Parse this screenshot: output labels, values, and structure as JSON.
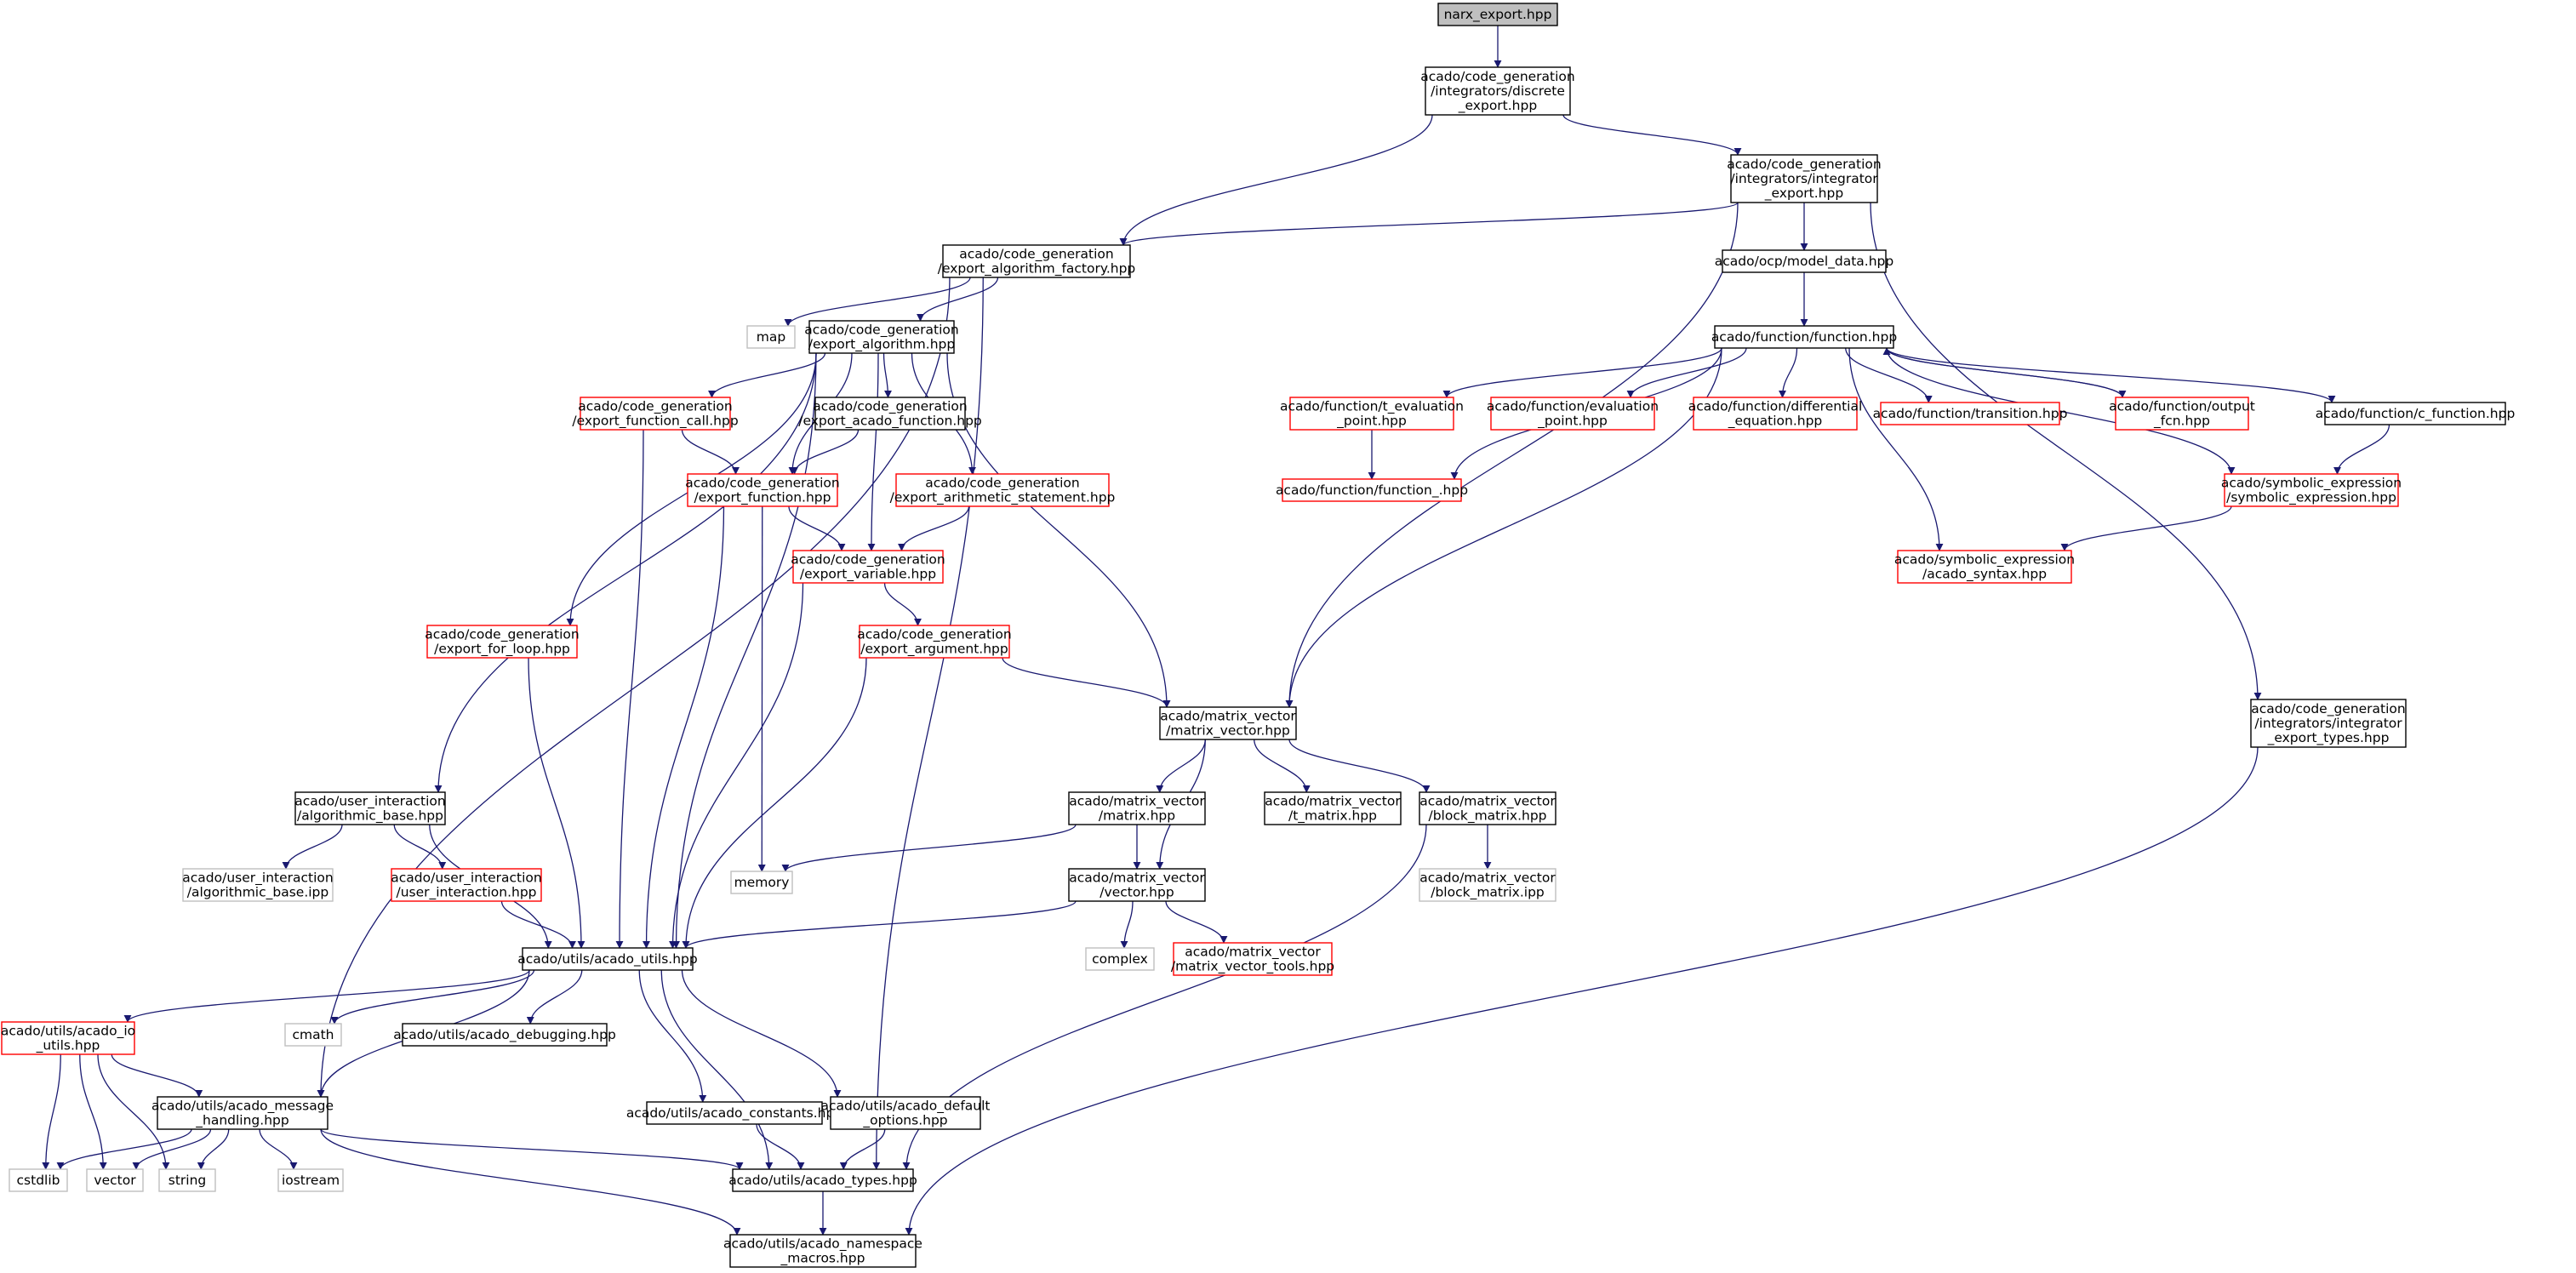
{
  "colors": {
    "edge": "#191970",
    "border_normal": "#000000",
    "border_missing": "#ff0000",
    "border_external": "#bfbfbf",
    "root_fill": "#bfbfbf",
    "fill": "#ffffff"
  },
  "nodes": [
    {
      "id": "narx",
      "lines": [
        "narx_export.hpp"
      ],
      "style": "root"
    },
    {
      "id": "discrete",
      "lines": [
        "acado/code_generation",
        "/integrators/discrete",
        "_export.hpp"
      ],
      "style": "normal"
    },
    {
      "id": "integrator",
      "lines": [
        "acado/code_generation",
        "/integrators/integrator",
        "_export.hpp"
      ],
      "style": "normal"
    },
    {
      "id": "factory",
      "lines": [
        "acado/code_generation",
        "/export_algorithm_factory.hpp"
      ],
      "style": "normal"
    },
    {
      "id": "modeldata",
      "lines": [
        "acado/ocp/model_data.hpp"
      ],
      "style": "normal"
    },
    {
      "id": "map",
      "lines": [
        "map"
      ],
      "style": "external"
    },
    {
      "id": "algorithm",
      "lines": [
        "acado/code_generation",
        "/export_algorithm.hpp"
      ],
      "style": "normal"
    },
    {
      "id": "function",
      "lines": [
        "acado/function/function.hpp"
      ],
      "style": "normal"
    },
    {
      "id": "fcall",
      "lines": [
        "acado/code_generation",
        "/export_function_call.hpp"
      ],
      "style": "missing"
    },
    {
      "id": "acadofn",
      "lines": [
        "acado/code_generation",
        "/export_acado_function.hpp"
      ],
      "style": "normal"
    },
    {
      "id": "teval",
      "lines": [
        "acado/function/t_evaluation",
        "_point.hpp"
      ],
      "style": "missing"
    },
    {
      "id": "evalpt",
      "lines": [
        "acado/function/evaluation",
        "_point.hpp"
      ],
      "style": "missing"
    },
    {
      "id": "diffeq",
      "lines": [
        "acado/function/differential",
        "_equation.hpp"
      ],
      "style": "missing"
    },
    {
      "id": "transition",
      "lines": [
        "acado/function/transition.hpp"
      ],
      "style": "missing"
    },
    {
      "id": "output",
      "lines": [
        "acado/function/output",
        "_fcn.hpp"
      ],
      "style": "missing"
    },
    {
      "id": "cfunction",
      "lines": [
        "acado/function/c_function.hpp"
      ],
      "style": "normal"
    },
    {
      "id": "exportfn",
      "lines": [
        "acado/code_generation",
        "/export_function.hpp"
      ],
      "style": "missing"
    },
    {
      "id": "arith",
      "lines": [
        "acado/code_generation",
        "/export_arithmetic_statement.hpp"
      ],
      "style": "missing"
    },
    {
      "id": "function_",
      "lines": [
        "acado/function/function_.hpp"
      ],
      "style": "missing"
    },
    {
      "id": "symexpr",
      "lines": [
        "acado/symbolic_expression",
        "/symbolic_expression.hpp"
      ],
      "style": "missing"
    },
    {
      "id": "variable",
      "lines": [
        "acado/code_generation",
        "/export_variable.hpp"
      ],
      "style": "missing"
    },
    {
      "id": "syntax",
      "lines": [
        "acado/symbolic_expression",
        "/acado_syntax.hpp"
      ],
      "style": "missing"
    },
    {
      "id": "forloop",
      "lines": [
        "acado/code_generation",
        "/export_for_loop.hpp"
      ],
      "style": "missing"
    },
    {
      "id": "argument",
      "lines": [
        "acado/code_generation",
        "/export_argument.hpp"
      ],
      "style": "missing"
    },
    {
      "id": "matvec",
      "lines": [
        "acado/matrix_vector",
        "/matrix_vector.hpp"
      ],
      "style": "normal"
    },
    {
      "id": "inttypes",
      "lines": [
        "acado/code_generation",
        "/integrators/integrator",
        "_export_types.hpp"
      ],
      "style": "normal"
    },
    {
      "id": "algobase",
      "lines": [
        "acado/user_interaction",
        "/algorithmic_base.hpp"
      ],
      "style": "normal"
    },
    {
      "id": "matrix",
      "lines": [
        "acado/matrix_vector",
        "/matrix.hpp"
      ],
      "style": "normal"
    },
    {
      "id": "tmatrix",
      "lines": [
        "acado/matrix_vector",
        "/t_matrix.hpp"
      ],
      "style": "normal"
    },
    {
      "id": "blockmatrix",
      "lines": [
        "acado/matrix_vector",
        "/block_matrix.hpp"
      ],
      "style": "normal"
    },
    {
      "id": "algobaseipp",
      "lines": [
        "acado/user_interaction",
        "/algorithmic_base.ipp"
      ],
      "style": "external"
    },
    {
      "id": "userinter",
      "lines": [
        "acado/user_interaction",
        "/user_interaction.hpp"
      ],
      "style": "missing"
    },
    {
      "id": "memory",
      "lines": [
        "memory"
      ],
      "style": "external"
    },
    {
      "id": "vector",
      "lines": [
        "acado/matrix_vector",
        "/vector.hpp"
      ],
      "style": "normal"
    },
    {
      "id": "blockipp",
      "lines": [
        "acado/matrix_vector",
        "/block_matrix.ipp"
      ],
      "style": "external"
    },
    {
      "id": "utils",
      "lines": [
        "acado/utils/acado_utils.hpp"
      ],
      "style": "normal"
    },
    {
      "id": "complex",
      "lines": [
        "complex"
      ],
      "style": "external"
    },
    {
      "id": "mvtools",
      "lines": [
        "acado/matrix_vector",
        "/matrix_vector_tools.hpp"
      ],
      "style": "missing"
    },
    {
      "id": "ioutils",
      "lines": [
        "acado/utils/acado_io",
        "_utils.hpp"
      ],
      "style": "missing"
    },
    {
      "id": "cmath",
      "lines": [
        "cmath"
      ],
      "style": "external"
    },
    {
      "id": "debugging",
      "lines": [
        "acado/utils/acado_debugging.hpp"
      ],
      "style": "normal"
    },
    {
      "id": "message",
      "lines": [
        "acado/utils/acado_message",
        "_handling.hpp"
      ],
      "style": "normal"
    },
    {
      "id": "constants",
      "lines": [
        "acado/utils/acado_constants.hpp"
      ],
      "style": "normal"
    },
    {
      "id": "defaults",
      "lines": [
        "acado/utils/acado_default",
        "_options.hpp"
      ],
      "style": "normal"
    },
    {
      "id": "cstdlib",
      "lines": [
        "cstdlib"
      ],
      "style": "external"
    },
    {
      "id": "vec",
      "lines": [
        "vector"
      ],
      "style": "external"
    },
    {
      "id": "string",
      "lines": [
        "string"
      ],
      "style": "external"
    },
    {
      "id": "iostream",
      "lines": [
        "iostream"
      ],
      "style": "external"
    },
    {
      "id": "types",
      "lines": [
        "acado/utils/acado_types.hpp"
      ],
      "style": "normal"
    },
    {
      "id": "namespace",
      "lines": [
        "acado/utils/acado_namespace",
        "_macros.hpp"
      ],
      "style": "normal"
    }
  ],
  "edges": [
    [
      "narx",
      "discrete"
    ],
    [
      "discrete",
      "integrator"
    ],
    [
      "discrete",
      "factory"
    ],
    [
      "integrator",
      "factory"
    ],
    [
      "integrator",
      "modeldata"
    ],
    [
      "integrator",
      "matvec"
    ],
    [
      "integrator",
      "inttypes"
    ],
    [
      "factory",
      "map"
    ],
    [
      "factory",
      "algorithm"
    ],
    [
      "factory",
      "message"
    ],
    [
      "factory",
      "types"
    ],
    [
      "modeldata",
      "function"
    ],
    [
      "algorithm",
      "algobase"
    ],
    [
      "algorithm",
      "forloop"
    ],
    [
      "algorithm",
      "utils"
    ],
    [
      "algorithm",
      "fcall"
    ],
    [
      "algorithm",
      "acadofn"
    ],
    [
      "algorithm",
      "exportfn"
    ],
    [
      "algorithm",
      "arith"
    ],
    [
      "algorithm",
      "variable"
    ],
    [
      "algorithm",
      "matvec"
    ],
    [
      "function",
      "matvec"
    ],
    [
      "function",
      "teval"
    ],
    [
      "function",
      "evalpt"
    ],
    [
      "function",
      "diffeq"
    ],
    [
      "function",
      "transition"
    ],
    [
      "function",
      "output"
    ],
    [
      "function",
      "cfunction"
    ],
    [
      "function",
      "function_"
    ],
    [
      "function",
      "symexpr"
    ],
    [
      "function",
      "syntax"
    ],
    [
      "output",
      "function"
    ],
    [
      "teval",
      "function_"
    ],
    [
      "cfunction",
      "symexpr"
    ],
    [
      "symexpr",
      "syntax"
    ],
    [
      "fcall",
      "exportfn"
    ],
    [
      "fcall",
      "utils"
    ],
    [
      "acadofn",
      "exportfn"
    ],
    [
      "exportfn",
      "variable"
    ],
    [
      "exportfn",
      "memory"
    ],
    [
      "exportfn",
      "utils"
    ],
    [
      "arith",
      "variable"
    ],
    [
      "variable",
      "argument"
    ],
    [
      "variable",
      "utils"
    ],
    [
      "argument",
      "matvec"
    ],
    [
      "argument",
      "utils"
    ],
    [
      "forloop",
      "utils"
    ],
    [
      "matvec",
      "matrix"
    ],
    [
      "matvec",
      "tmatrix"
    ],
    [
      "matvec",
      "blockmatrix"
    ],
    [
      "matvec",
      "vector"
    ],
    [
      "inttypes",
      "namespace"
    ],
    [
      "algobase",
      "algobaseipp"
    ],
    [
      "algobase",
      "userinter"
    ],
    [
      "algobase",
      "utils"
    ],
    [
      "userinter",
      "utils"
    ],
    [
      "matrix",
      "memory"
    ],
    [
      "matrix",
      "vector"
    ],
    [
      "blockmatrix",
      "blockipp"
    ],
    [
      "blockmatrix",
      "types"
    ],
    [
      "vector",
      "utils"
    ],
    [
      "vector",
      "complex"
    ],
    [
      "vector",
      "mvtools"
    ],
    [
      "utils",
      "ioutils"
    ],
    [
      "utils",
      "cmath"
    ],
    [
      "utils",
      "debugging"
    ],
    [
      "utils",
      "message"
    ],
    [
      "utils",
      "constants"
    ],
    [
      "utils",
      "defaults"
    ],
    [
      "utils",
      "types"
    ],
    [
      "ioutils",
      "cstdlib"
    ],
    [
      "ioutils",
      "vec"
    ],
    [
      "ioutils",
      "string"
    ],
    [
      "ioutils",
      "message"
    ],
    [
      "message",
      "cstdlib"
    ],
    [
      "message",
      "vec"
    ],
    [
      "message",
      "string"
    ],
    [
      "message",
      "iostream"
    ],
    [
      "message",
      "types"
    ],
    [
      "message",
      "namespace"
    ],
    [
      "constants",
      "types"
    ],
    [
      "defaults",
      "types"
    ],
    [
      "types",
      "namespace"
    ]
  ]
}
